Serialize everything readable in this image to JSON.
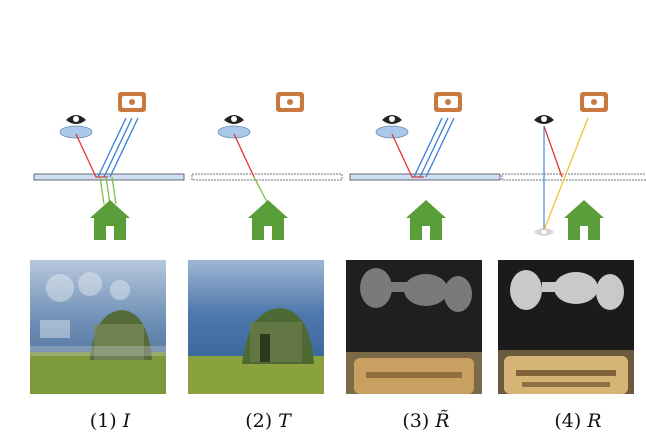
{
  "panels": [
    {
      "prefix": "(1)",
      "symbol": "I"
    },
    {
      "prefix": "(2)",
      "symbol": "T"
    },
    {
      "prefix": "(3)",
      "symbol": "R̃"
    },
    {
      "prefix": "(4)",
      "symbol": "R"
    }
  ],
  "icons": {
    "camera": "camera-icon",
    "eye": "eye-icon",
    "house": "house-icon",
    "lens": "lens-ellipse"
  },
  "colors": {
    "house_green": "#5a9e3a",
    "camera_orange": "#c9783f",
    "ray_red": "#e8332e",
    "ray_blue": "#3a7fd6",
    "ray_green": "#7dbf4a",
    "ray_yellow": "#f2c23a",
    "lens_fill": "#a9c8ea",
    "glass_fill": "#cfe0f3"
  }
}
